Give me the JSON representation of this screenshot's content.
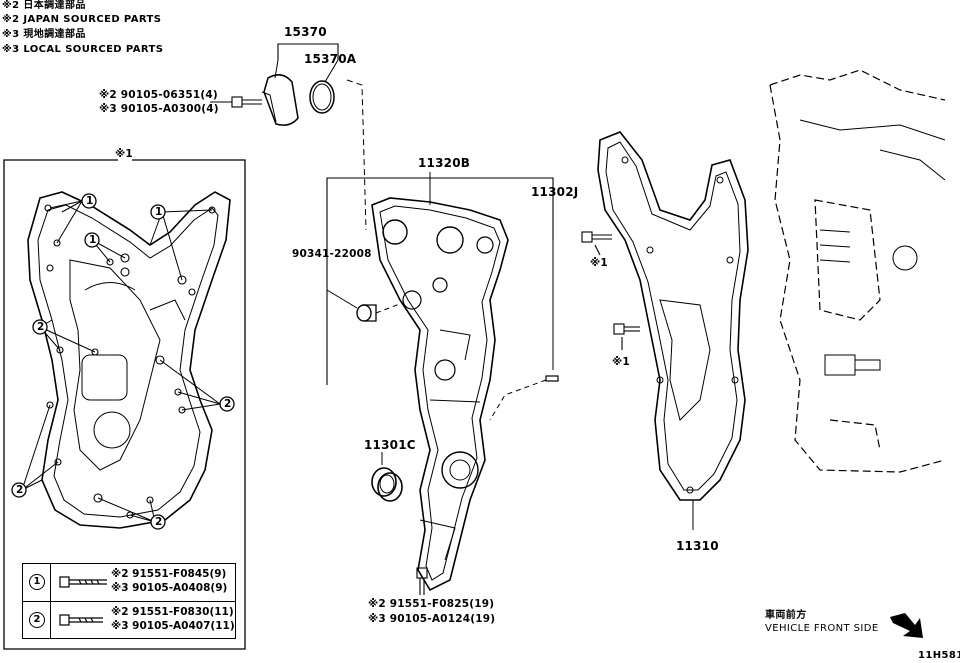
{
  "notes": {
    "line1": "※2 日本調達部品",
    "line2": "※2 JAPAN SOURCED PARTS",
    "line3": "※3 現地調達部品",
    "line4": "※3 LOCAL SOURCED PARTS"
  },
  "callouts": {
    "p15370": "15370",
    "p15370a": "15370A",
    "bolt_top_j": "※2 90105-06351(4)",
    "bolt_top_l": "※3 90105-A0300(4)",
    "inset_title": "※1",
    "p11320b": "11320B",
    "p11302j": "11302J",
    "p90341": "90341-22008",
    "p11301c": "11301C",
    "p11310": "11310",
    "mark1a": "※1",
    "mark1b": "※1",
    "bolt_bottom_j": "※2 91551-F0825(19)",
    "bolt_bottom_l": "※3 90105-A0124(19)"
  },
  "inset_refs": {
    "one": "1",
    "two": "2"
  },
  "legend": {
    "row1": {
      "num": "1",
      "code_j": "※2 91551-F0845(9)",
      "code_l": "※3 90105-A0408(9)"
    },
    "row2": {
      "num": "2",
      "code_j": "※2 91551-F0830(11)",
      "code_l": "※3 90105-A0407(11)"
    }
  },
  "direction": {
    "jp": "車両前方",
    "en": "VEHICLE FRONT SIDE"
  },
  "diagram_id": "11H581"
}
